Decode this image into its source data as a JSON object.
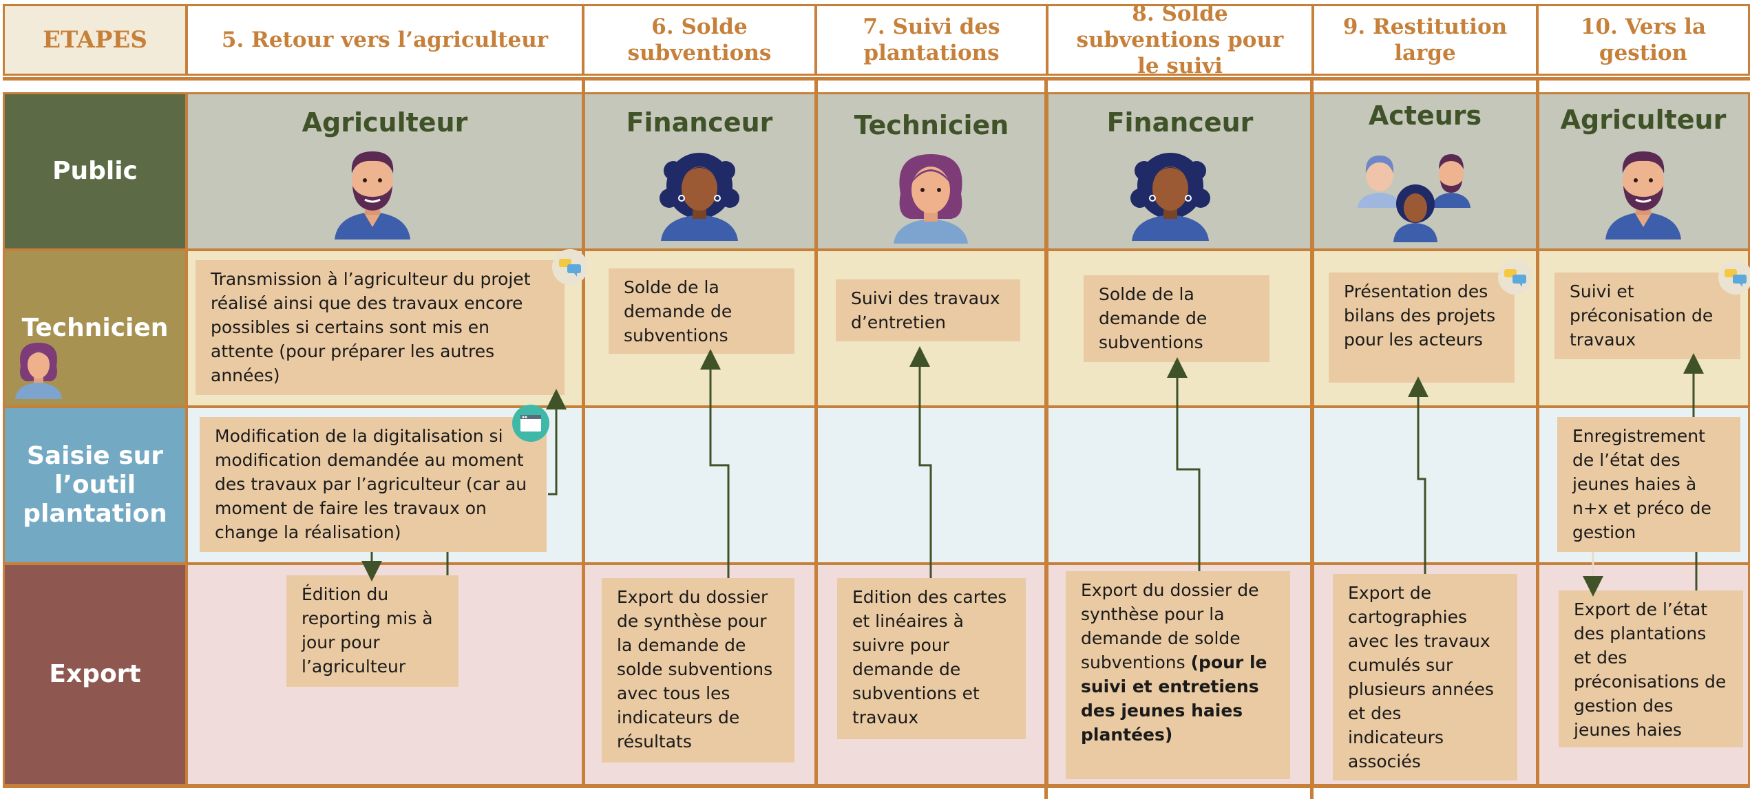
{
  "steps": {
    "label": "ETAPES",
    "s5": "5. Retour vers l’agriculteur",
    "s6": "6. Solde subventions",
    "s7": "7. Suivi des plantations",
    "s8": "8. Solde subventions pour le suivi",
    "s9": "9. Restitution large",
    "s10": "10. Vers la gestion"
  },
  "rows": {
    "public": "Public",
    "technicien": "Technicien",
    "saisie": "Saisie sur l’outil plantation",
    "export": "Export"
  },
  "colors": {
    "accent": "#c6803a",
    "public_label": "#5c6b46",
    "technicien_label": "#a89252",
    "saisie_label": "#74a9c3",
    "export_label": "#8e5750",
    "public_bg": "#c5c7bb",
    "technicien_bg": "#f1e6c4",
    "saisie_bg": "#e8f2f4",
    "export_bg": "#f1dcdc",
    "note_bg": "#eacaa3"
  },
  "public": {
    "c5": "Agriculteur",
    "c6": "Financeur",
    "c7": "Technicien",
    "c8": "Financeur",
    "c9": "Acteurs",
    "c10": "Agriculteur"
  },
  "technicien": {
    "c5": "Transmission à l’agriculteur du projet réalisé ainsi que des travaux encore possibles si certains sont mis en attente (pour préparer les autres années)",
    "c6": "Solde de la demande de subventions",
    "c7": "Suivi des travaux d’entretien",
    "c8": "Solde de la demande de subventions",
    "c9": "Présentation des bilans des projets pour les acteurs",
    "c10": "Suivi et préconisation de travaux"
  },
  "saisie": {
    "c5": "Modification de la digitalisation si modification demandée au moment des travaux par l’agriculteur (car au moment de faire les travaux on change la réalisation)",
    "c10": "Enregistrement de l’état des jeunes haies à n+x et préco de gestion"
  },
  "export": {
    "c5": "Édition du reporting mis à jour pour l’agriculteur",
    "c6": "Export du dossier de synthèse pour la demande de solde subventions avec tous les indicateurs de résultats",
    "c7": "Edition des cartes et linéaires à suivre pour demande de subventions et travaux",
    "c8_text": "Export du dossier de synthèse pour la demande de solde subventions ",
    "c8_bold": "(pour le suivi et entretiens des jeunes haies plantées)",
    "c9": "Export de cartographies avec les travaux cumulés sur plusieurs années et des indicateurs associés",
    "c10": "Export de l’état des plantations et des préconisations de gestion des jeunes haies"
  },
  "icons": [
    "farmer-avatar",
    "funder-avatar",
    "technician-avatar",
    "actors-group-avatar",
    "chat-bubble-icon",
    "screen-icon"
  ]
}
